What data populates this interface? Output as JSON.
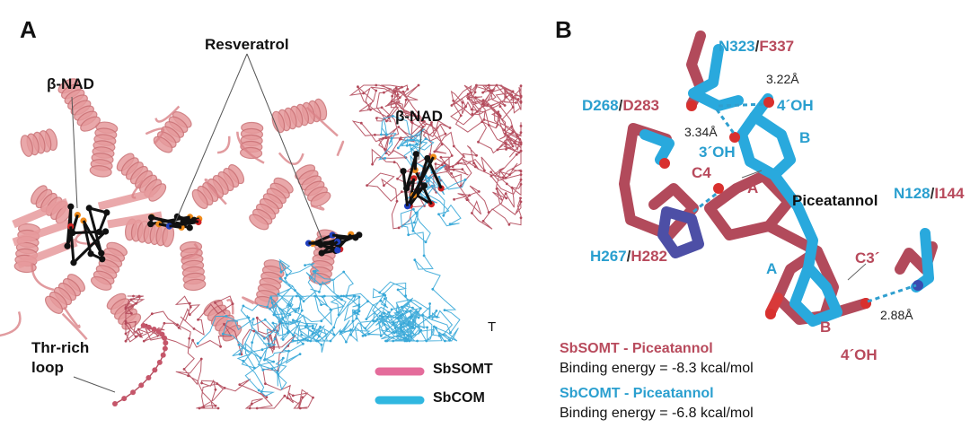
{
  "panelA": {
    "letter": "A",
    "labels": {
      "bnad_left": "β-NAD",
      "resveratrol": "Resveratrol",
      "bnad_right": "β-NAD",
      "thr_loop_line1": "Thr-rich",
      "thr_loop_line2": "loop",
      "t_mark": "T"
    },
    "legend": [
      {
        "name": "SbSOMT",
        "color": "#e46c9b"
      },
      {
        "name": "SbCOM",
        "color": "#30b7e0"
      }
    ]
  },
  "panelB": {
    "letter": "B",
    "residues": {
      "n323": "N323",
      "f337": "F337",
      "d268": "D268",
      "d283": "D283",
      "h267": "H267",
      "h282": "H282",
      "n128": "N128",
      "i144": "I144",
      "slash": "/"
    },
    "distances": {
      "d1": "3.22Å",
      "d2": "3.34Å",
      "d3": "2.88Å"
    },
    "atoms": {
      "oh4_top": "4´OH",
      "oh3": "3´OH",
      "c4": "C4",
      "ring_a_mid": "A",
      "ring_b_top": "B",
      "ring_a_low": "A",
      "ring_b_low": "B",
      "c3": "C3´",
      "oh4_low": "4´OH"
    },
    "ligand": "Piceatannol",
    "captions": {
      "somt_title": "SbSOMT - Piceatannol",
      "somt_energy": "Binding energy = -8.3 kcal/mol",
      "comt_title": "SbCOMT - Piceatannol",
      "comt_energy": "Binding energy = -6.8 kcal/mol"
    },
    "colors": {
      "blue": "#2a9fcf",
      "red": "#b84a5c"
    }
  }
}
